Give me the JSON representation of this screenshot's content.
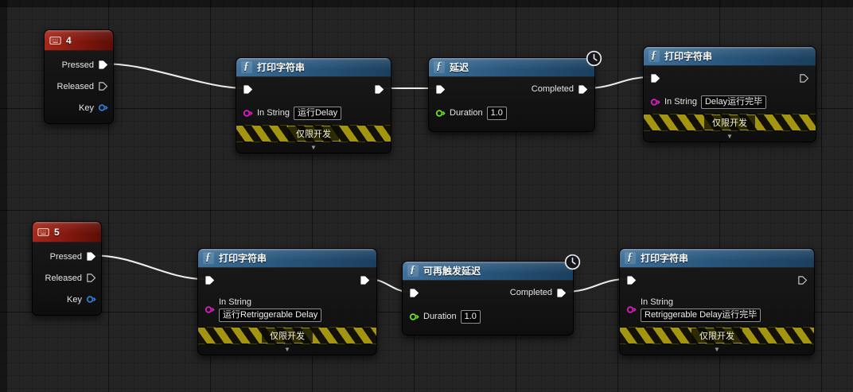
{
  "canvas": {
    "background": "#242424",
    "grid_minor": "#1e1e1e",
    "grid_major": "#151515"
  },
  "colors": {
    "exec_wire": "#ececec",
    "string_pin": "#e21cc6",
    "float_pin": "#6ce32a",
    "key_pin": "#2e7fd6",
    "function_header": "#29567c",
    "input_key_header": "#7c150c",
    "dev_stripe_yellow": "#a3950f"
  },
  "icons": {
    "function": "ƒ",
    "expander": "▼"
  },
  "nodes": {
    "kb4": {
      "title": "4",
      "pins": {
        "pressed": "Pressed",
        "released": "Released",
        "key": "Key"
      }
    },
    "ps1": {
      "title": "打印字符串",
      "in_string_label": "In String",
      "in_string_value": "运行Delay",
      "dev_only_label": "仅限开发"
    },
    "delay1": {
      "title": "延迟",
      "completed_label": "Completed",
      "duration_label": "Duration",
      "duration_value": "1.0"
    },
    "ps2": {
      "title": "打印字符串",
      "in_string_label": "In String",
      "in_string_value": "Delay运行完毕",
      "dev_only_label": "仅限开发"
    },
    "kb5": {
      "title": "5",
      "pins": {
        "pressed": "Pressed",
        "released": "Released",
        "key": "Key"
      }
    },
    "ps3": {
      "title": "打印字符串",
      "in_string_label": "In String",
      "in_string_value": "运行Retriggerable Delay",
      "dev_only_label": "仅限开发"
    },
    "rdelay": {
      "title": "可再触发延迟",
      "completed_label": "Completed",
      "duration_label": "Duration",
      "duration_value": "1.0"
    },
    "ps4": {
      "title": "打印字符串",
      "in_string_label": "In String",
      "in_string_value": "Retriggerable Delay运行完毕",
      "dev_only_label": "仅限开发"
    }
  }
}
